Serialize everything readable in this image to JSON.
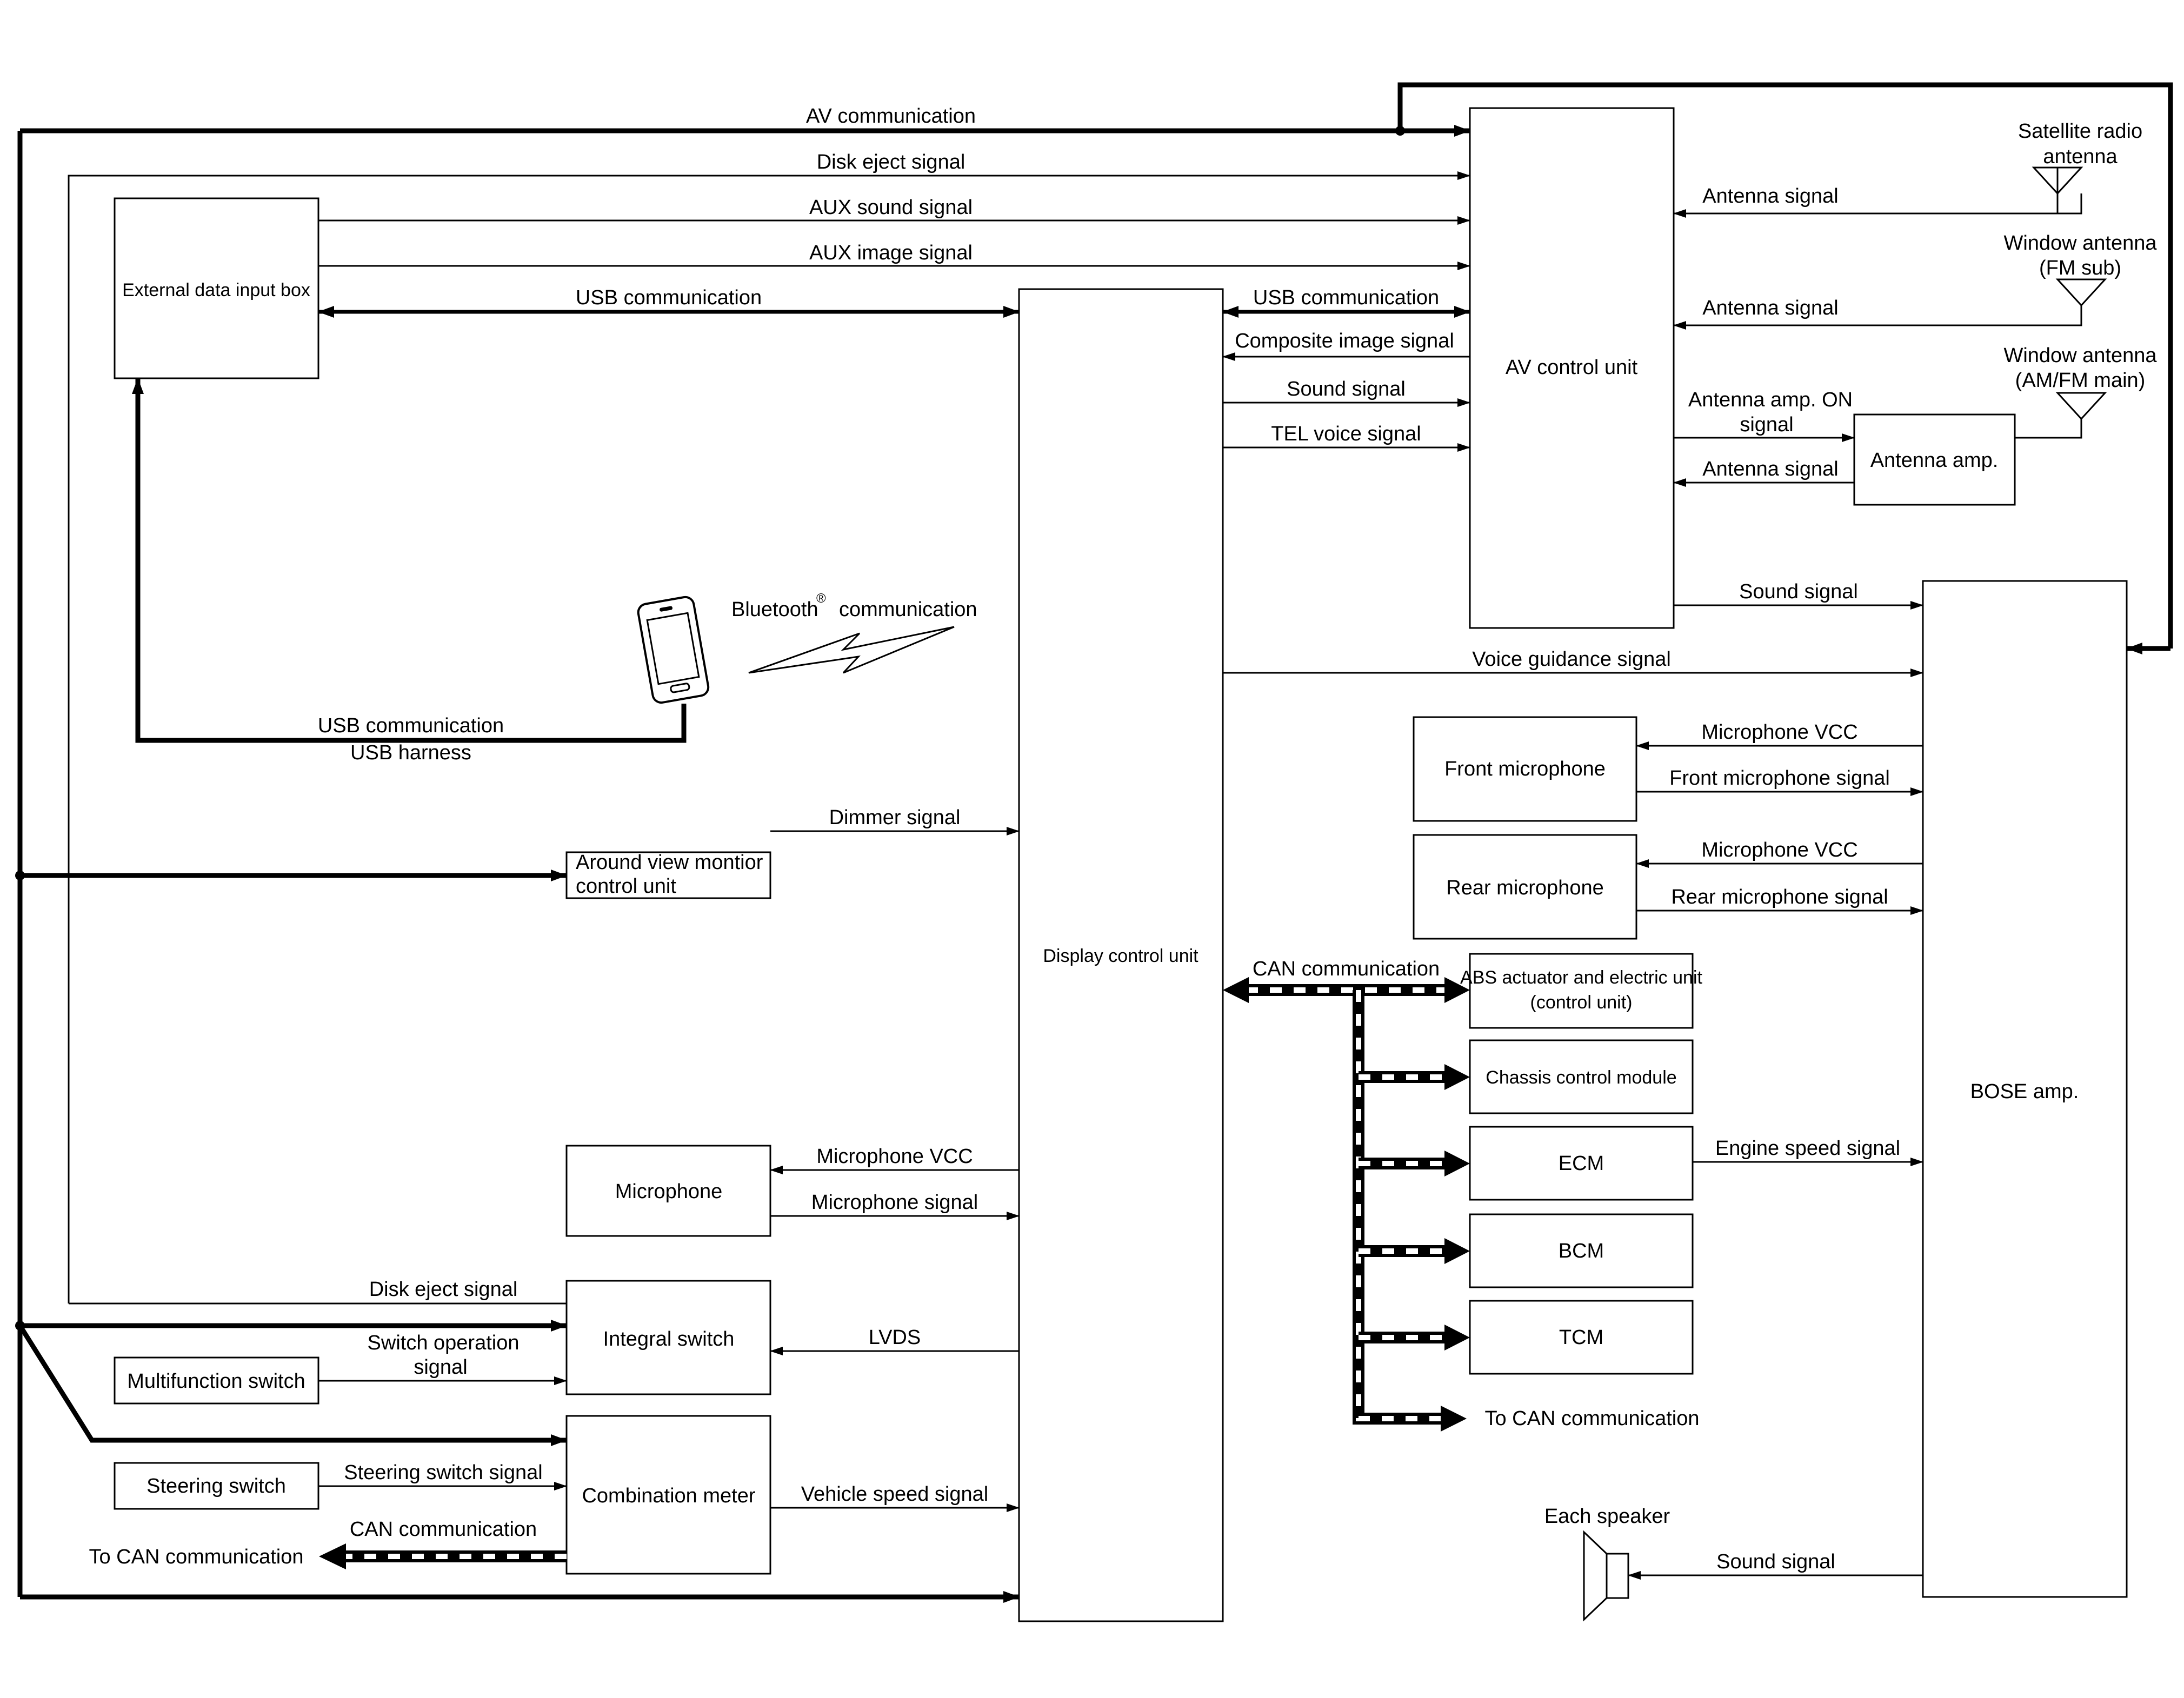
{
  "units": {
    "av_control": "AV control unit",
    "display_control": "Display control unit",
    "external_input": "External data input box",
    "bose_amp": "BOSE amp.",
    "antenna_amp": "Antenna amp.",
    "around_view_1": "Around view montior",
    "around_view_2": "control unit",
    "microphone": "Microphone",
    "integral_switch": "Integral switch",
    "multifunction_switch": "Multifunction switch",
    "steering_switch": "Steering switch",
    "combination_meter": "Combination meter",
    "front_mic": "Front microphone",
    "rear_mic": "Rear microphone",
    "abs_1": "ABS actuator and electric unit",
    "abs_2": "(control unit)",
    "chassis": "Chassis control module",
    "ecm": "ECM",
    "bcm": "BCM",
    "tcm": "TCM"
  },
  "antennas": {
    "satellite_1": "Satellite radio",
    "satellite_2": "antenna",
    "window_fm_1": "Window antenna",
    "window_fm_2": "(FM sub)",
    "window_am_1": "Window antenna",
    "window_am_2": "(AM/FM main)"
  },
  "signals": {
    "av_comm": "AV communication",
    "disk_eject_top": "Disk eject signal",
    "aux_sound": "AUX sound signal",
    "aux_image": "AUX image signal",
    "usb_comm_left": "USB communication",
    "usb_comm_right": "USB communication",
    "composite_image": "Composite image signal",
    "sound_signal": "Sound signal",
    "tel_voice": "TEL voice signal",
    "antenna_signal_1": "Antenna signal",
    "antenna_signal_2": "Antenna signal",
    "antenna_amp_on_1": "Antenna amp. ON",
    "antenna_amp_on_2": "signal",
    "antenna_signal_3": "Antenna signal",
    "sound_signal_bose": "Sound signal",
    "voice_guidance": "Voice guidance signal",
    "bluetooth": "Bluetooth",
    "bluetooth_reg": "®",
    "bluetooth_comm": "communication",
    "usb_comm_phone": "USB communication",
    "usb_harness": "USB harness",
    "dimmer": "Dimmer signal",
    "mic_vcc_front": "Microphone VCC",
    "front_mic_signal": "Front microphone signal",
    "mic_vcc_rear": "Microphone VCC",
    "rear_mic_signal": "Rear microphone signal",
    "can_comm_top": "CAN communication",
    "engine_speed": "Engine speed signal",
    "to_can_right": "To CAN communication",
    "mic_vcc": "Microphone VCC",
    "mic_signal": "Microphone signal",
    "disk_eject_bottom": "Disk eject signal",
    "lvds": "LVDS",
    "switch_op_1": "Switch operation",
    "switch_op_2": "signal",
    "steering_signal": "Steering switch signal",
    "vehicle_speed": "Vehicle speed signal",
    "can_comm_bottom": "CAN communication",
    "to_can_left": "To CAN communication",
    "each_speaker": "Each speaker",
    "sound_signal_speaker": "Sound signal"
  }
}
